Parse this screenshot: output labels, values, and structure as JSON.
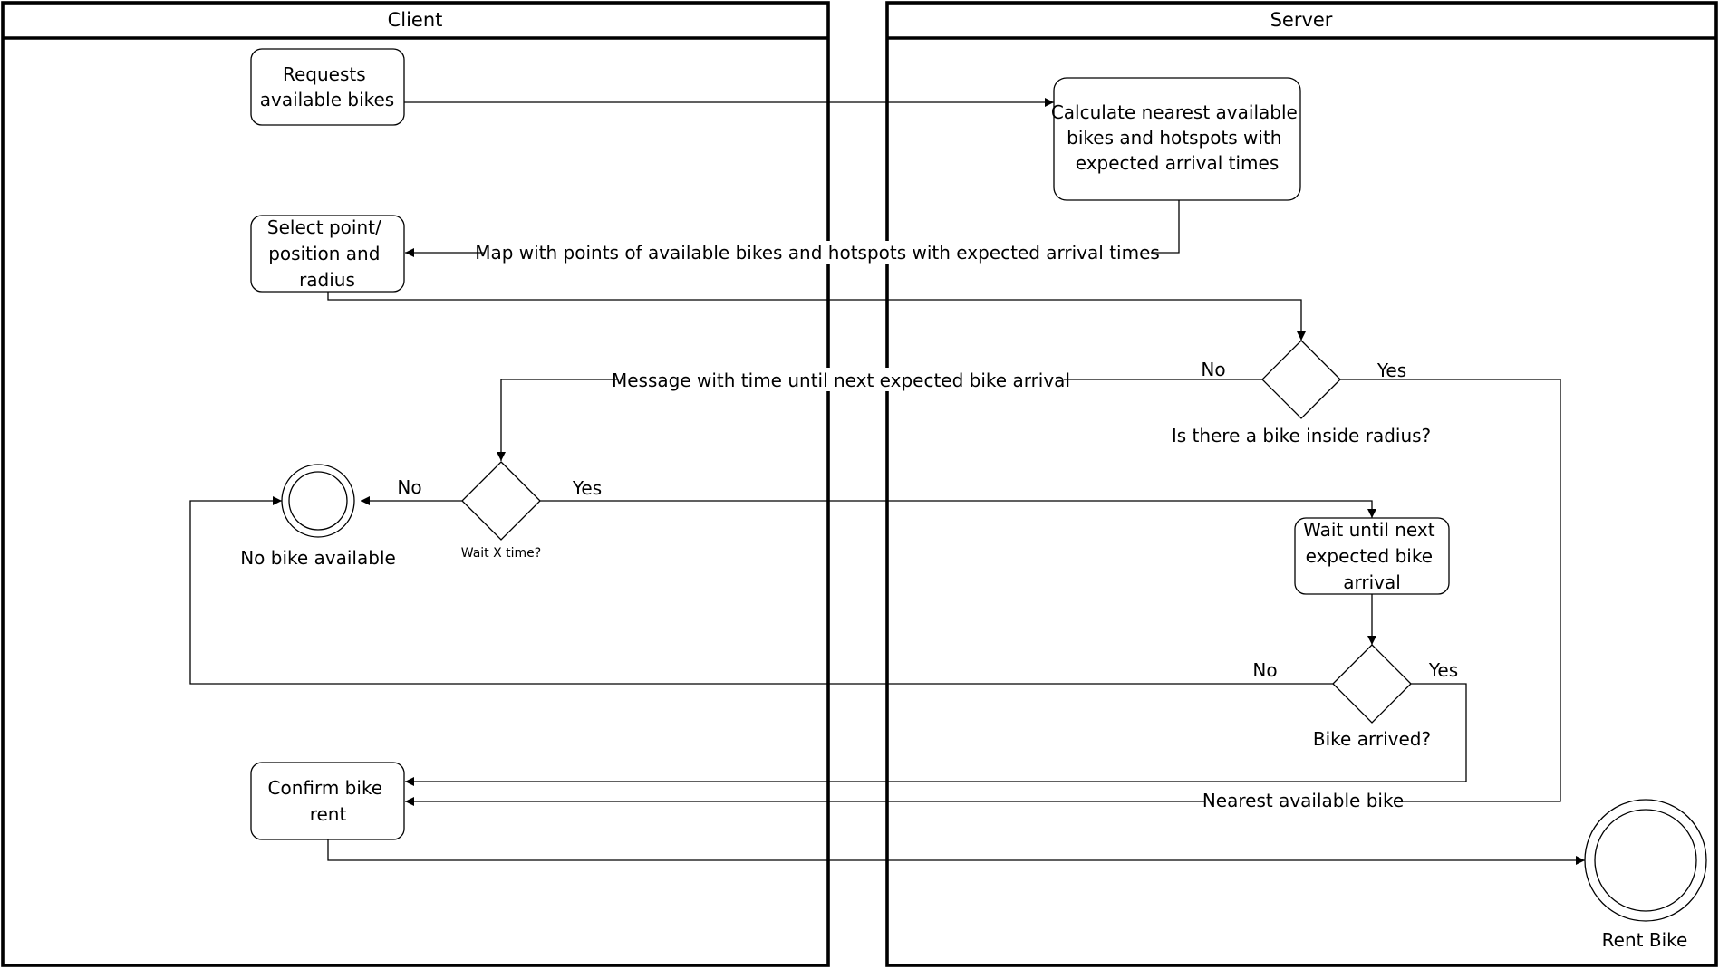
{
  "lanes": {
    "client": "Client",
    "server": "Server"
  },
  "nodes": {
    "request_bikes": [
      "Requests",
      "available bikes"
    ],
    "calculate": [
      "Calculate nearest available",
      "bikes and hotspots with",
      "expected arrival times"
    ],
    "select_point": [
      "Select point/",
      "position and",
      "radius"
    ],
    "wait_until": [
      "Wait until next",
      "expected bike",
      "arrival"
    ],
    "confirm_rent": [
      "Confirm bike",
      "rent"
    ]
  },
  "decisions": {
    "inside_radius": "Is there a bike inside radius?",
    "wait_x": "Wait X time?",
    "bike_arrived": "Bike arrived?"
  },
  "end_states": {
    "no_bike": "No bike available",
    "rent_bike": "Rent Bike"
  },
  "flow_labels": {
    "map_points": "Map with points of available bikes and hotspots with expected arrival times",
    "message_time": "Message with time until next expected bike arrival",
    "nearest_bike": "Nearest available bike",
    "no_radius": "No",
    "yes_radius": "Yes",
    "no_wait": "No",
    "yes_wait": "Yes",
    "no_arrived": "No",
    "yes_arrived": "Yes"
  }
}
